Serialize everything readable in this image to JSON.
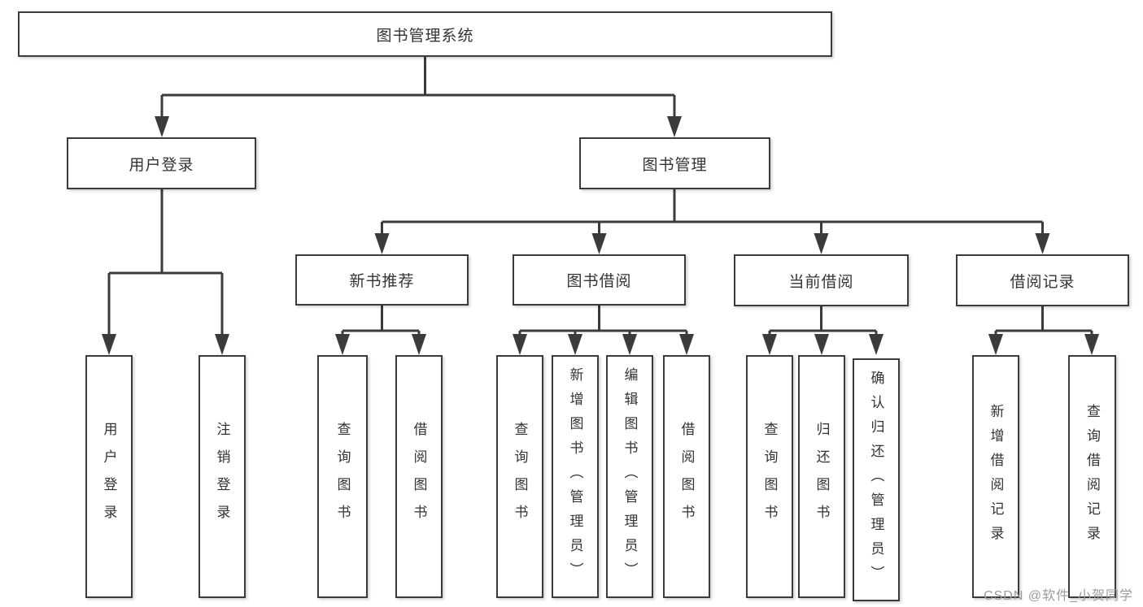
{
  "diagram": {
    "root": "图书管理系统",
    "level2": [
      "用户登录",
      "图书管理"
    ],
    "level3": [
      "新书推荐",
      "图书借阅",
      "当前借阅",
      "借阅记录"
    ],
    "leaves": {
      "user_login": [
        "用户登录",
        "注销登录"
      ],
      "new_book": [
        "查询图书",
        "借阅图书"
      ],
      "book_borrow": [
        "查询图书",
        "新增图书（管理员）",
        "编辑图书（管理员）",
        "借阅图书"
      ],
      "current_borrow": [
        "查询图书",
        "归还图书",
        "确认归还（管理员）"
      ],
      "borrow_record": [
        "新增借阅记录",
        "查询借阅记录"
      ]
    }
  },
  "watermark": "CSDN @软件_小贺同学",
  "colors": {
    "line": "#3b3b3b",
    "text": "#333333",
    "watermark": "#9c9c9c",
    "background": "#ffffff"
  }
}
